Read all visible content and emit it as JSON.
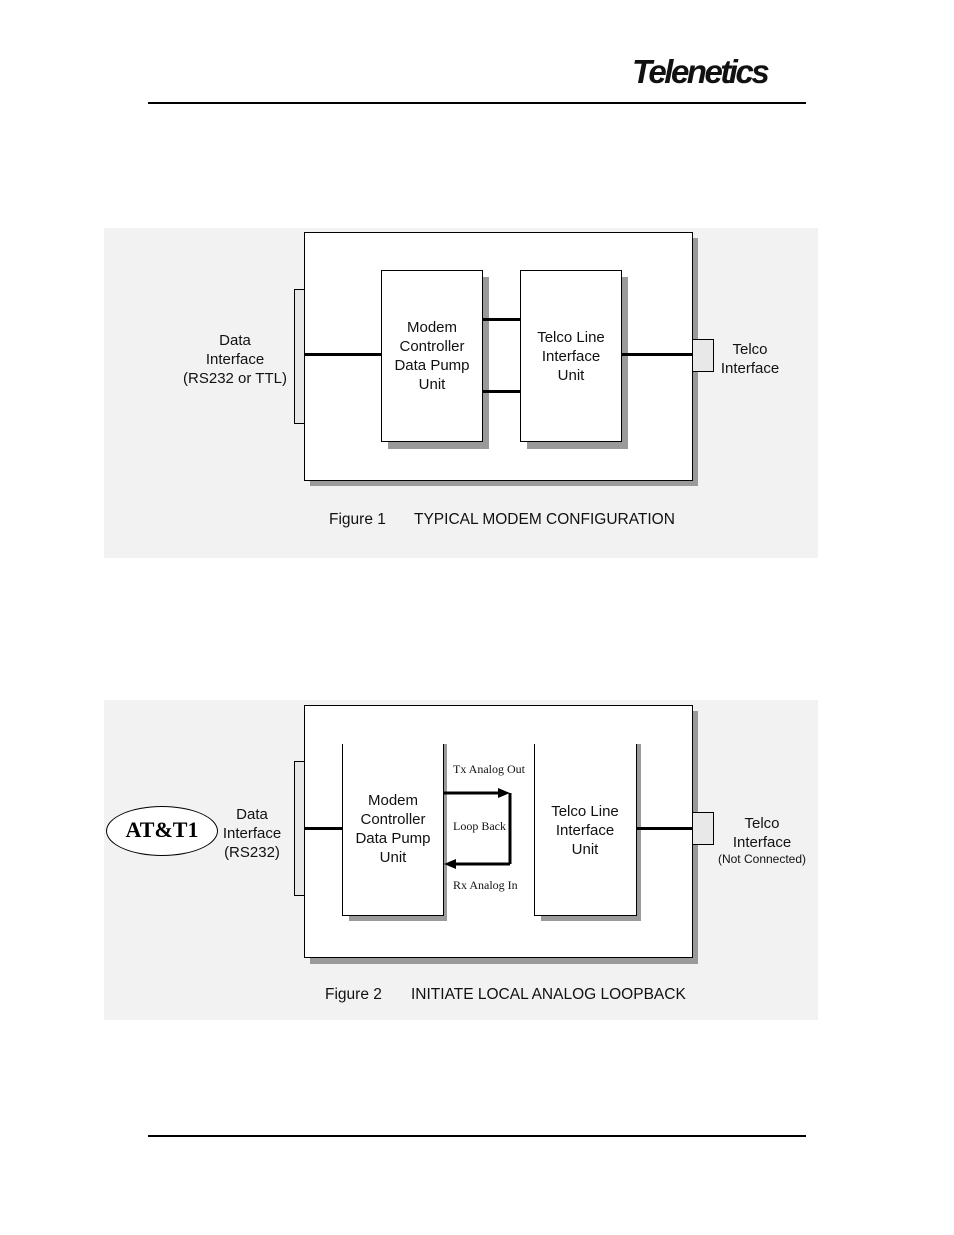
{
  "header": {
    "brand": "Telenetics"
  },
  "figure1": {
    "data_interface": [
      "Data",
      "Interface",
      "(RS232 or TTL)"
    ],
    "modem_unit": [
      "Modem",
      "Controller",
      "Data Pump",
      "Unit"
    ],
    "telco_unit": [
      "Telco Line",
      "Interface",
      "Unit"
    ],
    "telco_interface": [
      "Telco",
      "Interface"
    ],
    "caption_number": "Figure 1",
    "caption_title": "TYPICAL MODEM CONFIGURATION"
  },
  "figure2": {
    "command_badge": "AT&T1",
    "data_interface": [
      "Data",
      "Interface",
      "(RS232)"
    ],
    "modem_unit": [
      "Modem",
      "Controller",
      "Data Pump",
      "Unit"
    ],
    "telco_unit": [
      "Telco Line",
      "Interface",
      "Unit"
    ],
    "telco_interface": [
      "Telco",
      "Interface",
      "(Not Connected)"
    ],
    "tx_label": "Tx Analog Out",
    "loop_label": "Loop Back",
    "rx_label": "Rx Analog In",
    "caption_number": "Figure 2",
    "caption_title": "INITIATE LOCAL ANALOG LOOPBACK"
  }
}
